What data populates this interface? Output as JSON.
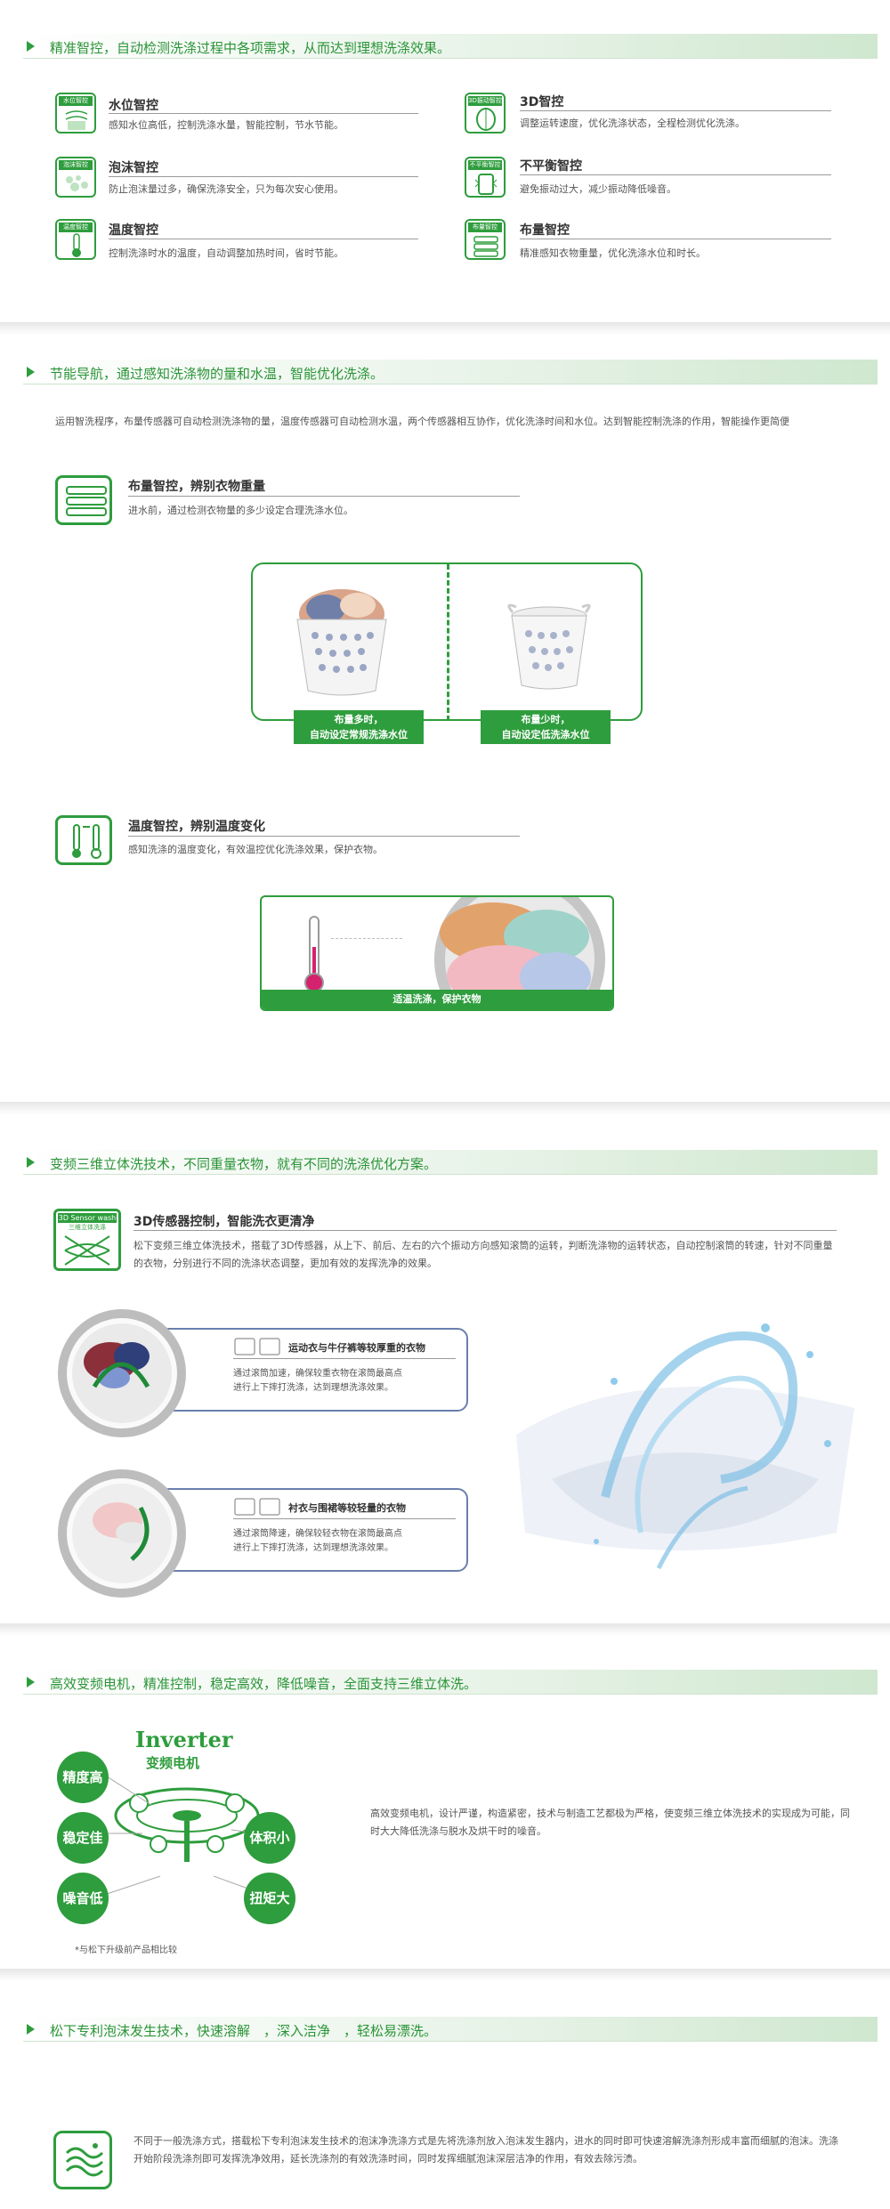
{
  "s1": {
    "heading": "精准智控，自动检测洗涤过程中各项需求，从而达到理想洗涤效果。",
    "items": [
      {
        "tag": "水位智控",
        "title": "水位智控",
        "desc": "感知水位高低，控制洗涤水量，智能控制，节水节能。"
      },
      {
        "tag": "3D振动智控",
        "title": "3D智控",
        "desc": "调整运转速度，优化洗涤状态，全程检测优化洗涤。"
      },
      {
        "tag": "泡沫智控",
        "title": "泡沫智控",
        "desc": "防止泡沫量过多，确保洗涤安全，只为每次安心使用。"
      },
      {
        "tag": "不平衡智控",
        "title": "不平衡智控",
        "desc": "避免振动过大，减少振动降低噪音。"
      },
      {
        "tag": "温度智控",
        "title": "温度智控",
        "desc": "控制洗涤时水的温度，自动调整加热时间，省时节能。"
      },
      {
        "tag": "布量智控",
        "title": "布量智控",
        "desc": "精准感知衣物重量，优化洗涤水位和时长。"
      }
    ]
  },
  "s2": {
    "heading": "节能导航，通过感知洗涤物的量和水温，智能优化洗涤。",
    "intro": "运用智洗程序，布量传感器可自动检测洗涤物的量，温度传感器可自动检测水温，两个传感器相互协作，优化洗涤时间和水位。达到智能控制洗涤的作用，智能操作更简便",
    "cloth": {
      "title": "布量智控，辨别衣物重量",
      "desc": "进水前，通过检测衣物量的多少设定合理洗涤水位。",
      "left_caption_1": "布量多时，",
      "left_caption_2": "自动设定常规洗涤水位",
      "right_caption_1": "布量少时，",
      "right_caption_2": "自动设定低洗涤水位"
    },
    "temp": {
      "title": "温度智控，辨别温度变化",
      "desc": "感知洗涤的温度变化，有效温控优化洗涤效果，保护衣物。",
      "caption": "适温洗涤，保护衣物"
    }
  },
  "s3": {
    "heading": "变频三维立体洗技术，不同重量衣物，就有不同的洗涤优化方案。",
    "sensor_tag_en": "3D Sensor wash",
    "sensor_tag_cn": "三维立体洗涤",
    "title": "3D传感器控制，智能洗衣更清净",
    "desc": "松下变频三维立体洗技术，搭载了3D传感器，从上下、前后、左右的六个振动方向感知滚筒的运转，判断洗涤物的运转状态，自动控制滚筒的转速，针对不同重量的衣物，分别进行不同的洗涤状态调整，更加有效的发挥洗净的效果。",
    "card1": {
      "title": "运动衣与牛仔裤等较厚重的衣物",
      "line1": "通过滚筒加速，确保较重衣物在滚筒最高点",
      "line2": "进行上下摔打洗涤，达到理想洗涤效果。"
    },
    "card2": {
      "title": "衬衣与围裙等较轻量的衣物",
      "line1": "通过滚筒降速，确保较轻衣物在滚筒最高点",
      "line2": "进行上下摔打洗涤，达到理想洗涤效果。"
    }
  },
  "s4": {
    "heading": "高效变频电机，精准控制，稳定高效，降低噪音，全面支持三维立体洗。",
    "inverter_en": "Inverter",
    "inverter_cn": "变频电机",
    "labels": [
      "精度高",
      "稳定佳",
      "噪音低",
      "体积小",
      "扭矩大"
    ],
    "desc": "高效变频电机，设计严谨，构造紧密，技术与制造工艺都极为严格，使变频三维立体洗技术的实现成为可能，同时大大降低洗涤与脱水及烘干时的噪音。",
    "note": "*与松下升级前产品相比较"
  },
  "s5": {
    "heading": "松下专利泡沫发生技术，快速溶解　，深入洁净　，轻松易漂洗。",
    "desc": "不同于一般洗涤方式，搭载松下专利泡沫发生技术的泡沫净洗涤方式是先将洗涤剂放入泡沫发生器内，进水的同时即可快速溶解洗涤剂形成丰富而细腻的泡沫。洗涤开始阶段洗涤剂即可发挥洗净效用，延长洗涤剂的有效洗涤时间，同时发挥细腻泡沫深层洁净的作用，有效去除污渍。"
  }
}
